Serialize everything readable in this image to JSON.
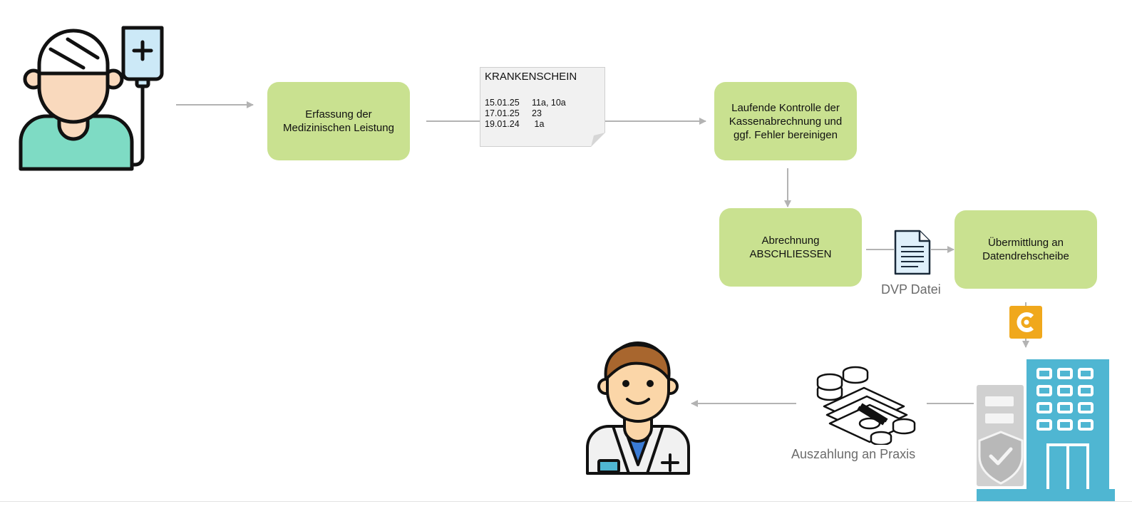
{
  "boxes": {
    "erfassung": [
      "Erfassung der",
      "Medizinischen Leistung"
    ],
    "kontrolle": [
      "Laufende Kontrolle der",
      "Kassenabrechnung und",
      "ggf. Fehler bereinigen"
    ],
    "abrechnung": [
      "Abrechnung",
      "ABSCHLIESSEN"
    ],
    "uebermittlung": [
      "Übermittlung an",
      "Datendrehscheibe"
    ]
  },
  "krankenschein": {
    "title": "KRANKENSCHEIN",
    "rows": [
      "15.01.25     11a, 10a",
      "17.01.25     23",
      "19.01.24      1a"
    ]
  },
  "captions": {
    "dvp": "DVP Datei",
    "auszahlung": "Auszahlung an Praxis"
  },
  "icons": {
    "patient": "patient-with-iv-drip-icon",
    "document": "document-file-icon",
    "datendrehscheibe": "datendrehscheibe-logo-icon",
    "insurance": "insurance-building-icon",
    "money": "money-stack-icon",
    "doctor": "doctor-icon"
  },
  "colors": {
    "box": "#c9e190",
    "arrow": "#b3b3b3",
    "building": "#4fb6d2",
    "logo": "#f0a81c"
  }
}
